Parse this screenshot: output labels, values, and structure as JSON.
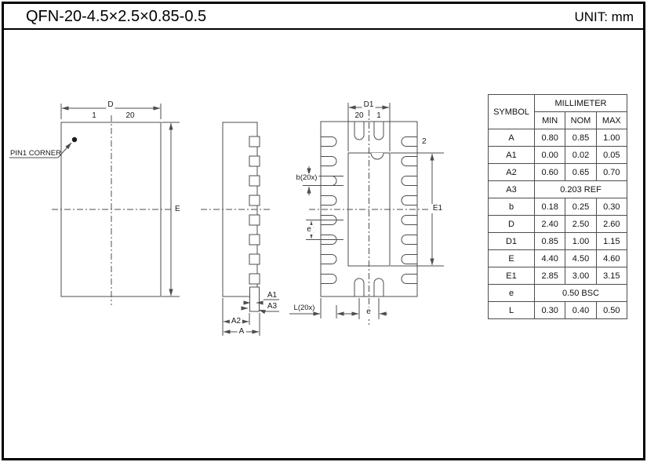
{
  "header": {
    "title": "QFN-20-4.5×2.5×0.85-0.5",
    "unit_label": "UNIT: mm"
  },
  "top_view": {
    "pin1_corner_label": "PIN1 CORNER",
    "pin_first": "1",
    "pin_last": "20",
    "dim_d": "D",
    "dim_e": "E"
  },
  "side_view": {
    "dim_a1": "A1",
    "dim_a3": "A3",
    "dim_a2": "A2",
    "dim_a": "A"
  },
  "bottom_view": {
    "pin_last": "20",
    "pin_first": "1",
    "pin2": "2",
    "dim_d1": "D1",
    "dim_e1": "E1",
    "dim_b": "b(20x)",
    "dim_e_pitch_side": "e",
    "dim_e_pitch_bottom": "e",
    "dim_l": "L(20x)"
  },
  "table": {
    "col_symbol": "SYMBOL",
    "col_group": "MILLIMETER",
    "col_min": "MIN",
    "col_nom": "NOM",
    "col_max": "MAX",
    "rows": [
      {
        "symbol": "A",
        "min": "0.80",
        "nom": "0.85",
        "max": "1.00"
      },
      {
        "symbol": "A1",
        "min": "0.00",
        "nom": "0.02",
        "max": "0.05"
      },
      {
        "symbol": "A2",
        "min": "0.60",
        "nom": "0.65",
        "max": "0.70"
      },
      {
        "symbol": "A3",
        "value": "0.203 REF"
      },
      {
        "symbol": "b",
        "min": "0.18",
        "nom": "0.25",
        "max": "0.30"
      },
      {
        "symbol": "D",
        "min": "2.40",
        "nom": "2.50",
        "max": "2.60"
      },
      {
        "symbol": "D1",
        "min": "0.85",
        "nom": "1.00",
        "max": "1.15"
      },
      {
        "symbol": "E",
        "min": "4.40",
        "nom": "4.50",
        "max": "4.60"
      },
      {
        "symbol": "E1",
        "min": "2.85",
        "nom": "3.00",
        "max": "3.15"
      },
      {
        "symbol": "e",
        "value": "0.50 BSC"
      },
      {
        "symbol": "L",
        "min": "0.30",
        "nom": "0.40",
        "max": "0.50"
      }
    ]
  },
  "colors": {
    "line": "#4d4d4d",
    "text": "#1a1a1a",
    "background": "#ffffff",
    "border": "#000000"
  }
}
